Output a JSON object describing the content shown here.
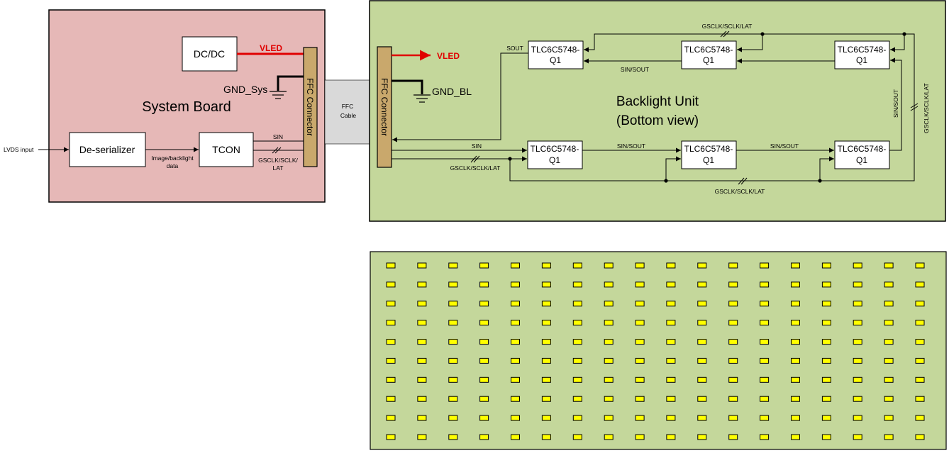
{
  "system_board": {
    "title": "System Board",
    "dcdc_label": "DC/DC",
    "vled_label": "VLED",
    "gnd_label": "GND_Sys",
    "ffc_connector_label": "FFC Connector",
    "deserializer_label": "De-serializer",
    "tcon_label": "TCON",
    "lvds_input_label": "LVDS input",
    "image_data_label_line1": "Image/backlight",
    "image_data_label_line2": "data",
    "sin_label": "SIN",
    "gsclk_label_line1": "GSCLK/SCLK/",
    "gsclk_label_line2": "LAT"
  },
  "ffc_cable": {
    "label_line1": "FFC",
    "label_line2": "Cable"
  },
  "backlight_unit": {
    "title_line1": "Backlight Unit",
    "title_line2": "(Bottom view)",
    "ffc_connector_label": "FFC Connector",
    "vled_label": "VLED",
    "gnd_label": "GND_BL",
    "chip_line1": "TLC6C5748-",
    "chip_line2": "Q1",
    "sout_label": "SOUT",
    "sin_label": "SIN",
    "sin_sout_label": "SIN/SOUT",
    "gsclk_sclk_lat_label": "GSCLK/SCLK/LAT"
  },
  "led_panel": {
    "rows": 10,
    "columns": 18,
    "led_color": "#ffff00"
  },
  "colors": {
    "system_board_fill": "#e6b8b7",
    "backlight_fill": "#c4d79b",
    "connector_fill": "#c9a86c",
    "cable_fill": "#d9d9d9",
    "vled_color": "#e00000"
  }
}
